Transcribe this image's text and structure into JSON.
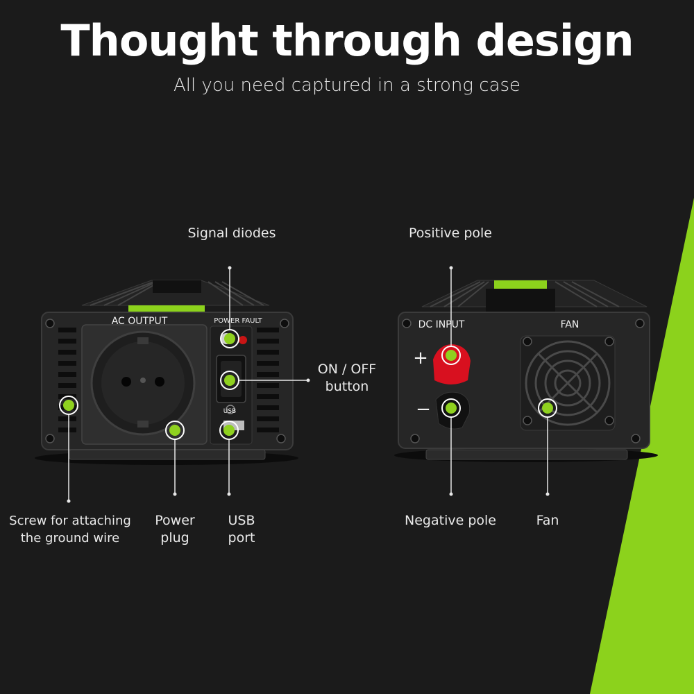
{
  "header": {
    "title": "Thought through design",
    "subtitle": "All you need captured in a strong case"
  },
  "left_device": {
    "ac_output": "AC OUTPUT",
    "power_fault": "POWER FAULT",
    "usb": "USB"
  },
  "right_device": {
    "dc_input": "DC INPUT",
    "fan": "FAN",
    "plus": "+",
    "minus": "−"
  },
  "callouts": {
    "signal_diodes": "Signal diodes",
    "on_off_line1": "ON / OFF",
    "on_off_line2": "button",
    "screw_line1": "Screw for attaching",
    "screw_line2": "the ground wire",
    "power_plug_line1": "Power",
    "power_plug_line2": "plug",
    "usb_port_line1": "USB",
    "usb_port_line2": "port",
    "positive_pole": "Positive pole",
    "negative_pole": "Negative pole",
    "fan": "Fan"
  },
  "colors": {
    "background": "#1b1b1b",
    "accent": "#8cd21c",
    "marker": "#8fd11f",
    "terminal_red": "#d8101f"
  }
}
